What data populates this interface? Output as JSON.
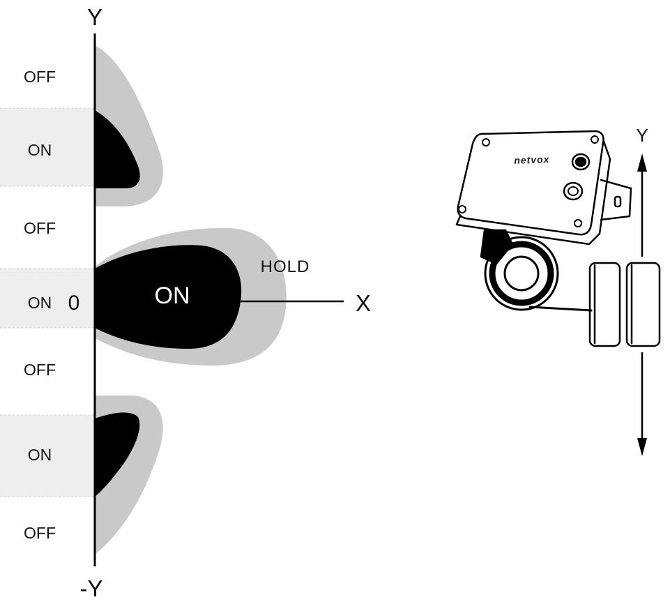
{
  "detection_zone": {
    "y_axis_top_label": "Y",
    "y_axis_bottom_label": "-Y",
    "x_axis_label": "X",
    "origin_label": "0",
    "hold_label": "HOLD",
    "center_zone_label": "ON",
    "bands": [
      {
        "state": "off",
        "label": "OFF"
      },
      {
        "state": "on",
        "label": "ON"
      },
      {
        "state": "off",
        "label": "OFF"
      },
      {
        "state": "on",
        "label": "ON"
      },
      {
        "state": "off",
        "label": "OFF"
      },
      {
        "state": "on",
        "label": "ON"
      },
      {
        "state": "off",
        "label": "OFF"
      }
    ],
    "colors": {
      "on_core": "#000000",
      "hold_zone": "#c9c9c9",
      "on_band": "#eeeeee",
      "axis": "#000000"
    }
  },
  "device": {
    "brand_label": "netvox",
    "axis_label": "Y"
  }
}
